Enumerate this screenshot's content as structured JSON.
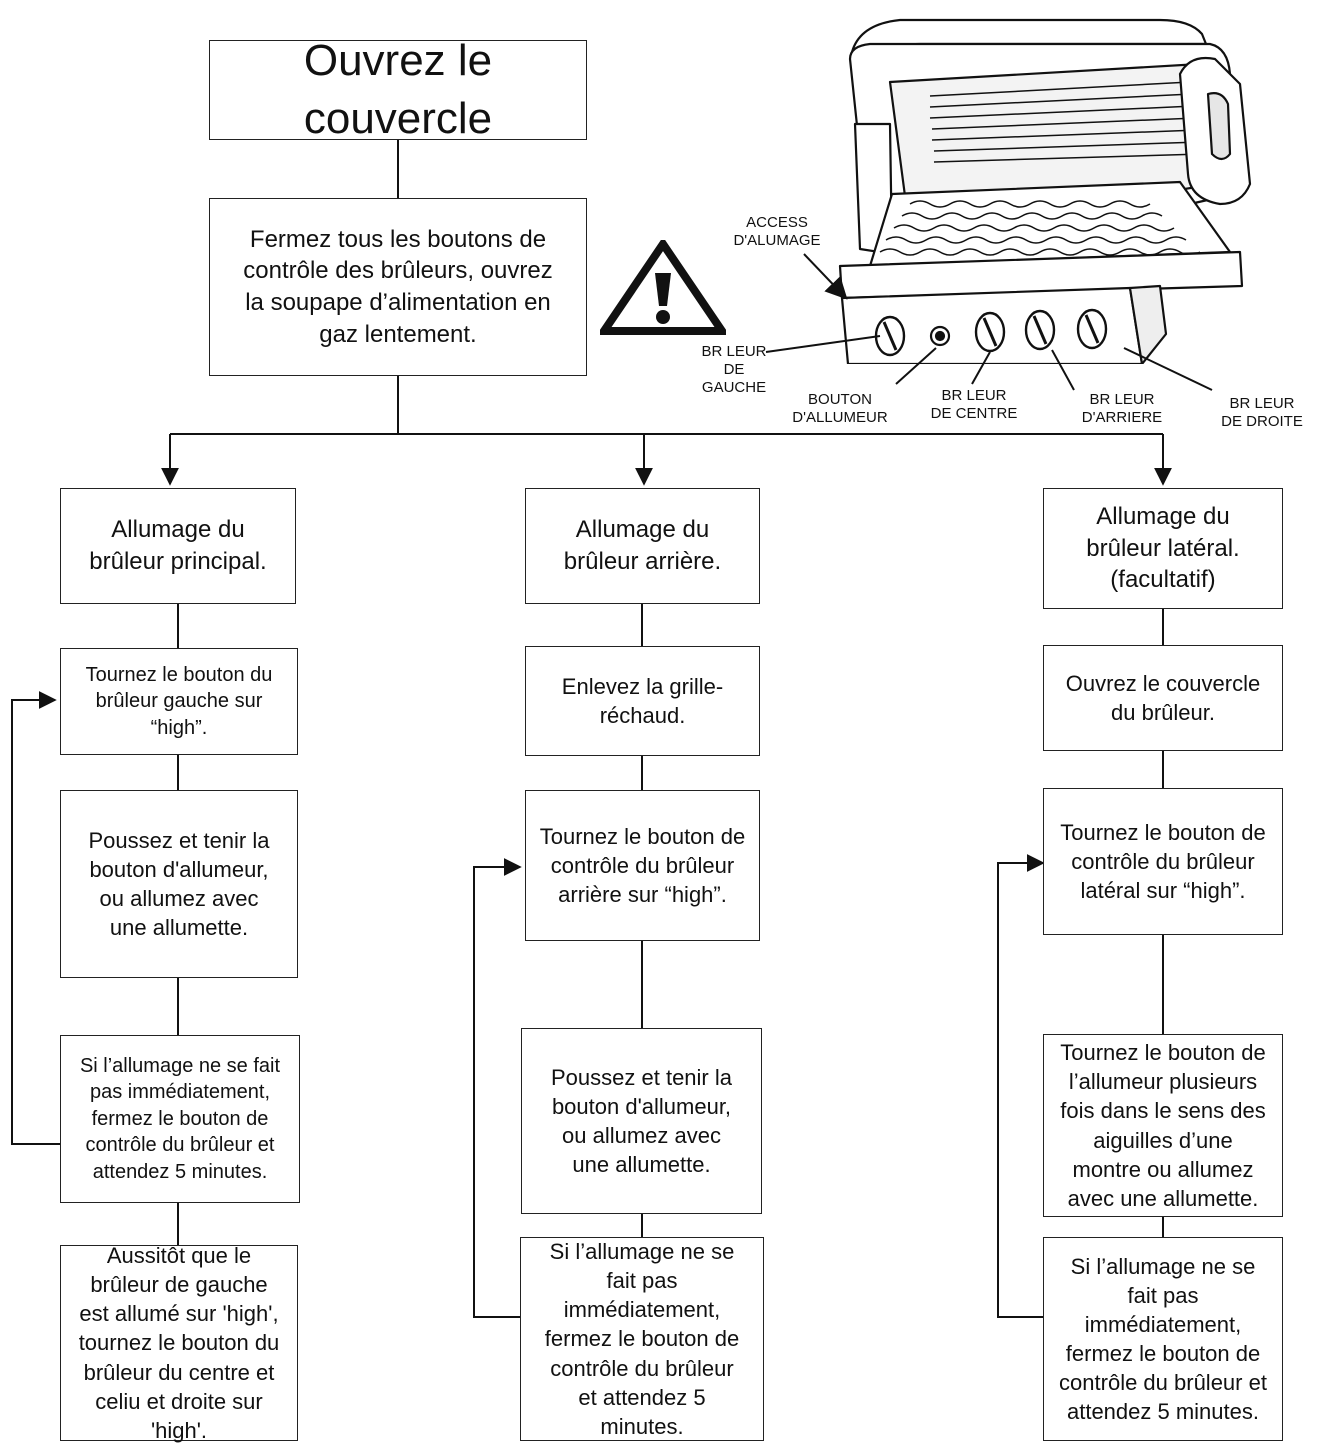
{
  "flow": {
    "top": "Ouvrez le couvercle",
    "step2": "Fermez tous les boutons de\ncontrôle des brûleurs, ouvrez\nla soupape d’alimentation en\ngaz lentement.",
    "columns": [
      {
        "heading": "Allumage du\nbrûleur principal.",
        "steps": [
          "Tournez le bouton du\nbrûleur gauche sur\n“high”.",
          "Poussez et tenir la\nbouton d'allumeur,\nou allumez avec\nune allumette.",
          "Si l’allumage ne se fait\npas immédiatement,\nfermez le bouton de\ncontrôle du brûleur et\nattendez 5 minutes.",
          "Aussitôt que le\nbrûleur de gauche\nest allumé sur 'high',\ntournez le bouton du\nbrûleur du centre et\nceliu et droite sur\n'high'."
        ]
      },
      {
        "heading": "Allumage du\nbrûleur arrière.",
        "steps": [
          "Enlevez la grille-\nréchaud.",
          "Tournez le bouton de\ncontrôle du brûleur\narrière sur “high”.",
          "Poussez et tenir la\nbouton d'allumeur,\nou allumez avec\nune allumette.",
          "Si l’allumage ne se\nfait pas\nimmédiatement,\nfermez le bouton de\ncontrôle du brûleur\net attendez 5\nminutes."
        ]
      },
      {
        "heading": "Allumage du\nbrûleur latéral.\n(facultatif)",
        "steps": [
          "Ouvrez le couvercle\ndu brûleur.",
          "Tournez le bouton de\ncontrôle du brûleur\nlatéral sur “high”.",
          "Tournez le bouton de\nl’allumeur plusieurs\nfois dans le sens des\naiguilles d’une\nmontre ou allumez\navec une allumette.",
          "Si l’allumage ne se\nfait pas\nimmédiatement,\nfermez le bouton de\ncontrôle du brûleur et\nattendez 5 minutes."
        ]
      }
    ]
  },
  "grill_labels": {
    "access": "ACCESS\nD'ALUMAGE",
    "left": "BR LEUR\nDE\nGAUCHE",
    "igniter": "BOUTON\nD'ALLUMEUR",
    "center": "BR LEUR\nDE CENTRE",
    "rear": "BR LEUR\nD'ARRIERE",
    "right": "BR LEUR\nDE DROITE"
  },
  "icons": {
    "warning": "warning-triangle-icon",
    "grill": "grill-illustration"
  }
}
